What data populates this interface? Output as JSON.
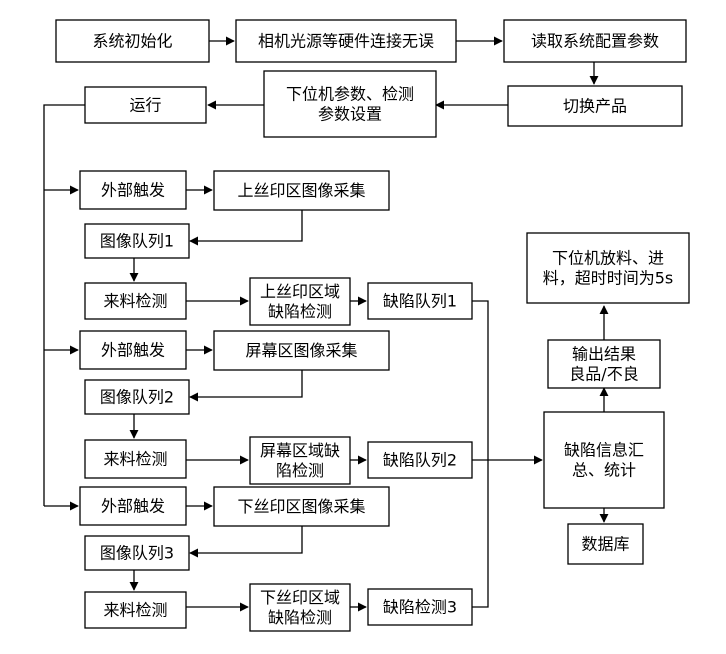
{
  "diagram": {
    "nodes": {
      "init": [
        "系统初始化"
      ],
      "hw_check": [
        "相机光源等硬件连接无误"
      ],
      "read_cfg": [
        "读取系统配置参数"
      ],
      "switch_product": [
        "切换产品"
      ],
      "param_set": [
        "下位机参数、检测",
        "参数设置"
      ],
      "run": [
        "运行"
      ],
      "trigger1": [
        "外部触发"
      ],
      "acq1": [
        "上丝印区图像采集"
      ],
      "queue1": [
        "图像队列1"
      ],
      "feed1": [
        "来料检测"
      ],
      "detect1": [
        "上丝印区域",
        "缺陷检测"
      ],
      "defq1": [
        "缺陷队列1"
      ],
      "trigger2": [
        "外部触发"
      ],
      "acq2": [
        "屏幕区图像采集"
      ],
      "queue2": [
        "图像队列2"
      ],
      "feed2": [
        "来料检测"
      ],
      "detect2": [
        "屏幕区域缺",
        "陷检测"
      ],
      "defq2": [
        "缺陷队列2"
      ],
      "trigger3": [
        "外部触发"
      ],
      "acq3": [
        "下丝印区图像采集"
      ],
      "queue3": [
        "图像队列3"
      ],
      "feed3": [
        "来料检测"
      ],
      "detect3": [
        "下丝印区域",
        "缺陷检测"
      ],
      "defq3": [
        "缺陷检测3"
      ],
      "summary": [
        "缺陷信息汇",
        "总、统计"
      ],
      "output": [
        "输出结果",
        "良品/不良"
      ],
      "plc": [
        "下位机放料、进",
        "料，超时时间为5s"
      ],
      "db": [
        "数据库"
      ]
    }
  }
}
